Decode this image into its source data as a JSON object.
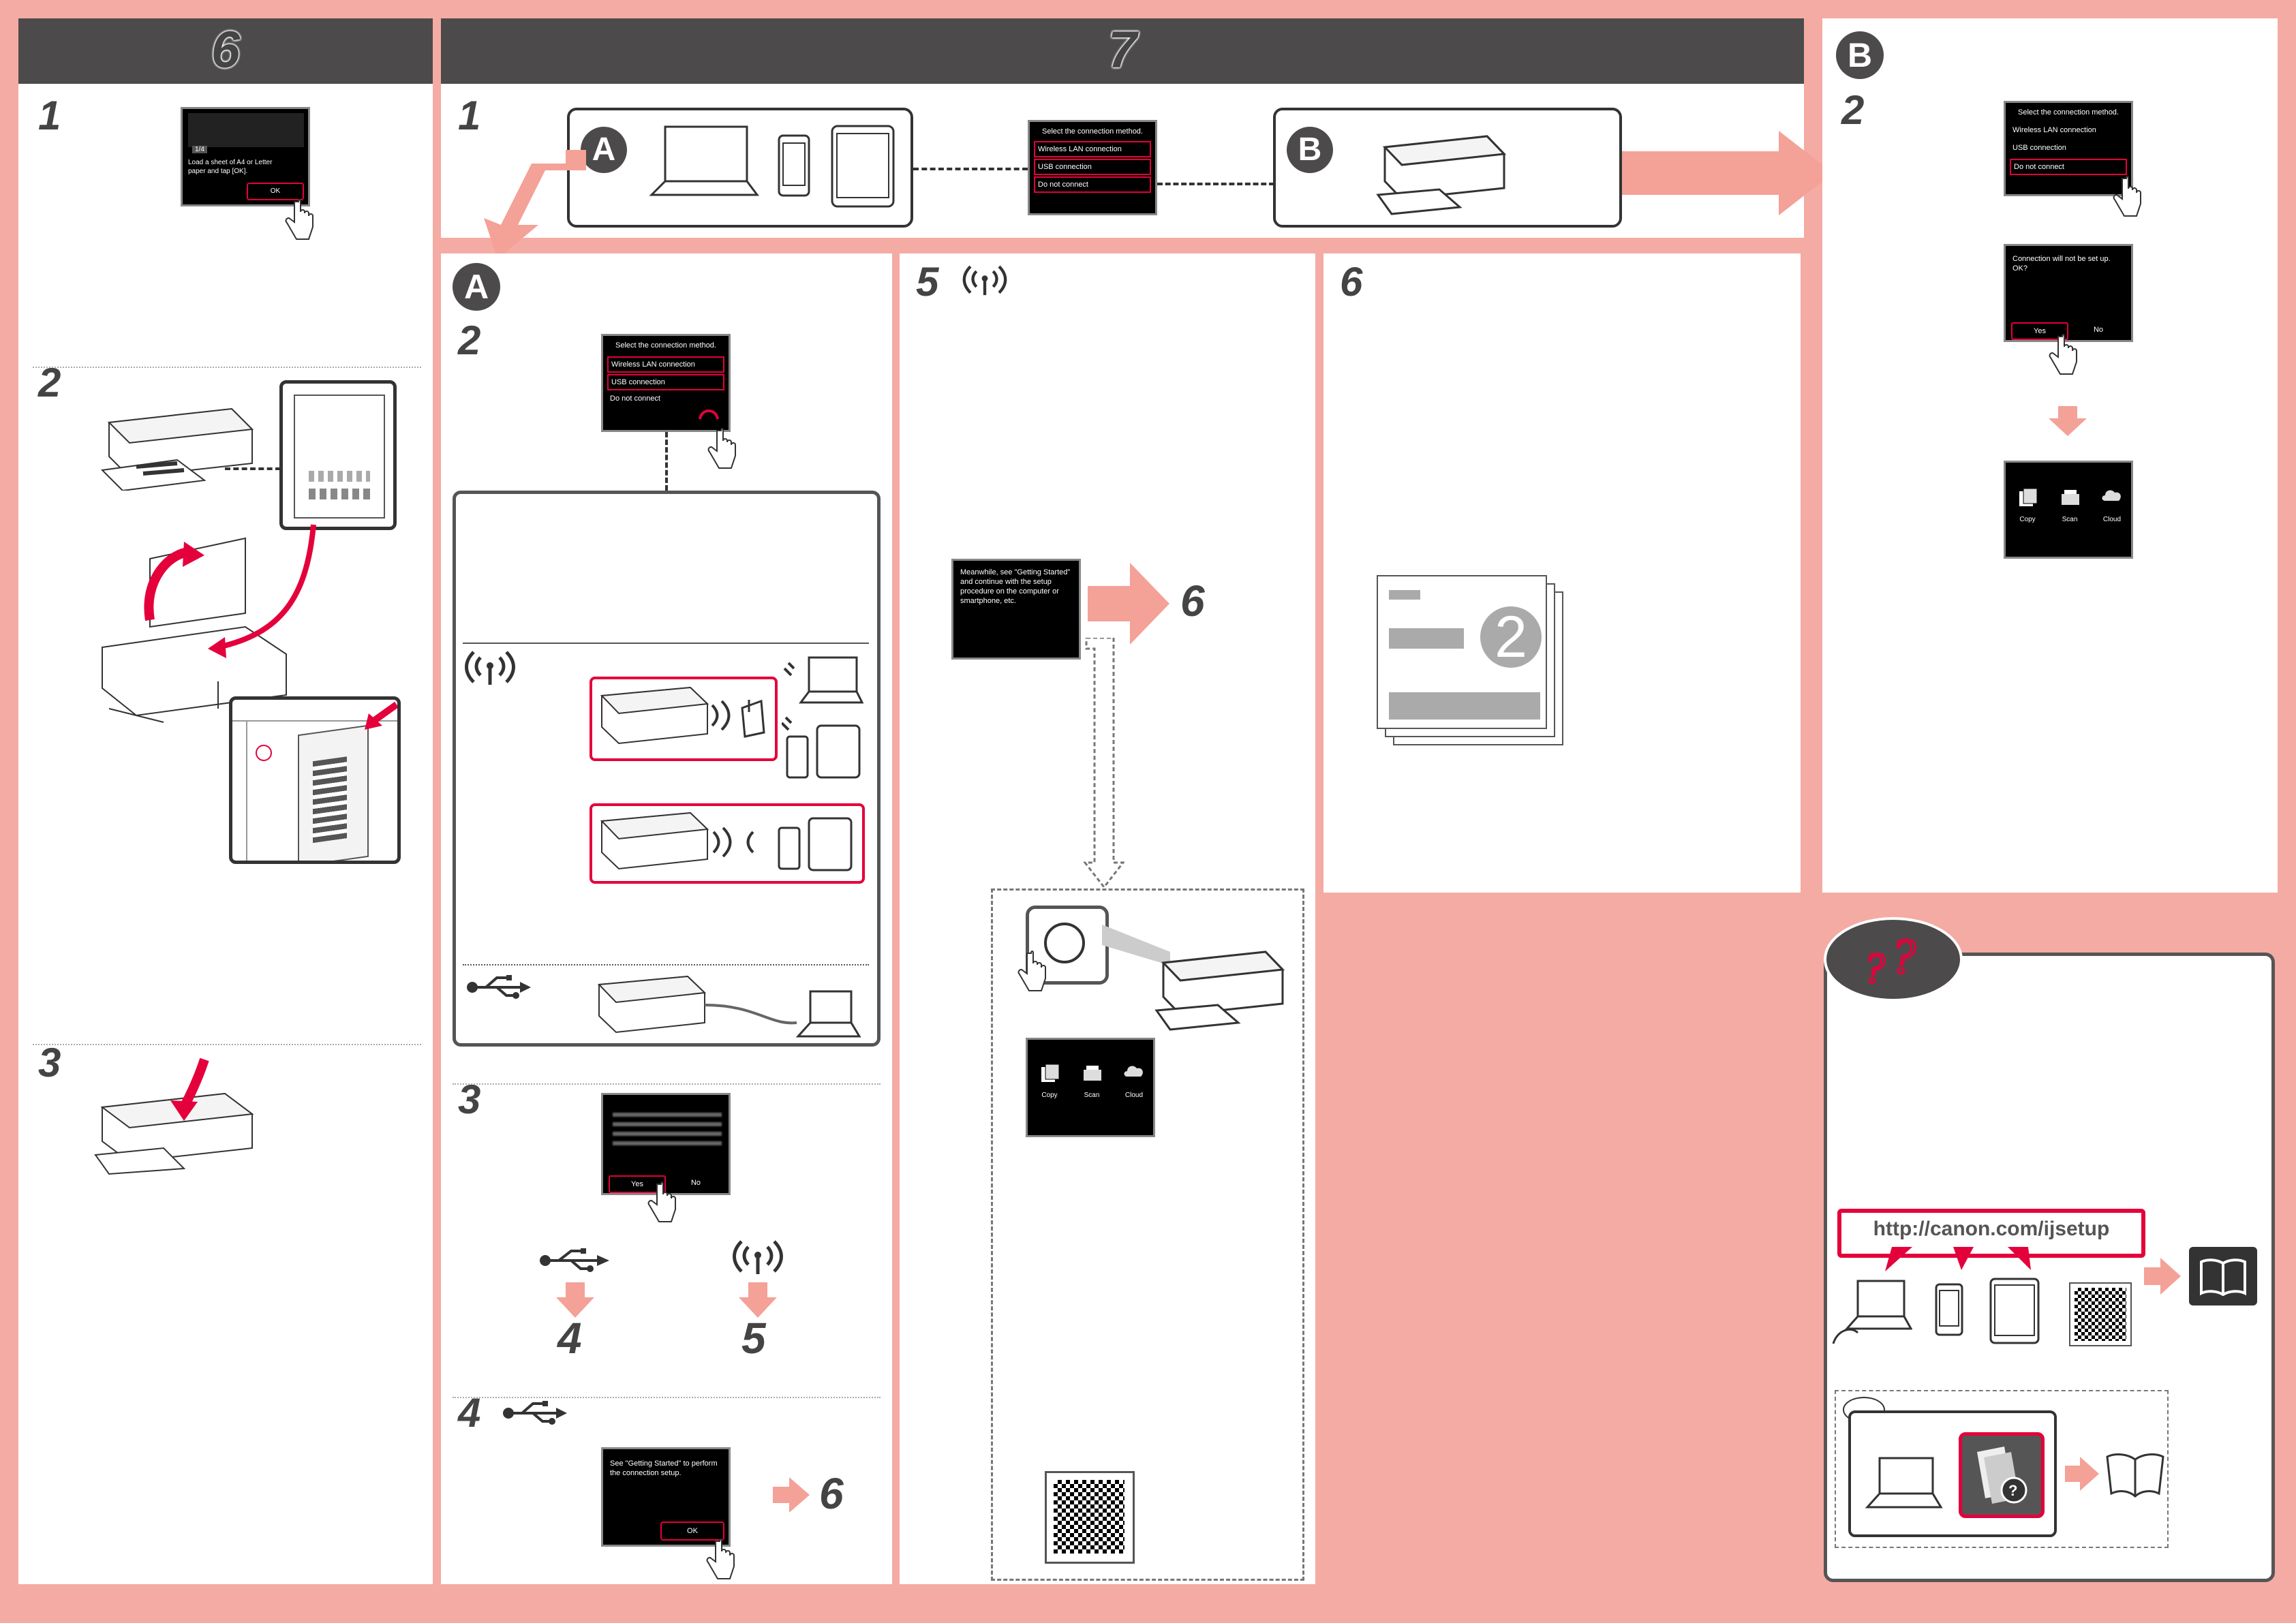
{
  "sections": {
    "s6": {
      "header": "6"
    },
    "s7": {
      "header": "7"
    },
    "sB": {
      "label": "B"
    }
  },
  "col6": {
    "step1": "1",
    "step2": "2",
    "step3": "3",
    "screen1": {
      "page": "1/4",
      "message": "Load a sheet of A4 or Letter paper and tap [OK].",
      "ok": "OK"
    }
  },
  "row7": {
    "step1": "1",
    "labelA": "A",
    "labelB": "B",
    "menu": {
      "title": "Select the connection method.",
      "options": [
        "Wireless LAN connection",
        "USB connection",
        "Do not connect"
      ]
    }
  },
  "colA": {
    "label": "A",
    "step2": "2",
    "step3": "3",
    "step4": "4",
    "menu": {
      "title": "Select the connection method.",
      "options": [
        "Wireless LAN connection",
        "USB connection",
        "Do not connect"
      ]
    },
    "confirm": {
      "yes": "Yes",
      "no": "No"
    },
    "branch_usb": "4",
    "branch_wlan": "5",
    "step4_screen": {
      "message": "See \"Getting Started\" to perform the connection setup.",
      "ok": "OK"
    },
    "step4_next": "6"
  },
  "col5": {
    "step": "5",
    "screen": {
      "message": "Meanwhile, see \"Getting Started\" and continue with the setup procedure on the computer or smartphone, etc."
    },
    "next": "6",
    "home": {
      "apps": [
        "Copy",
        "Scan",
        "Cloud"
      ]
    }
  },
  "col6b": {
    "step": "6",
    "booklet_number": "2"
  },
  "colB": {
    "label": "B",
    "step2": "2",
    "menu": {
      "title": "Select the connection method.",
      "options": [
        "Wireless LAN connection",
        "USB connection",
        "Do not connect"
      ]
    },
    "confirm": {
      "message": "Connection will not be set up. OK?",
      "yes": "Yes",
      "no": "No"
    },
    "home": {
      "apps": [
        "Copy",
        "Scan",
        "Cloud"
      ]
    }
  },
  "help": {
    "url": "http://canon.com/ijsetup"
  },
  "colors": {
    "accent": "#e4003b",
    "header": "#4d4a4b",
    "background": "#f4aba4"
  }
}
